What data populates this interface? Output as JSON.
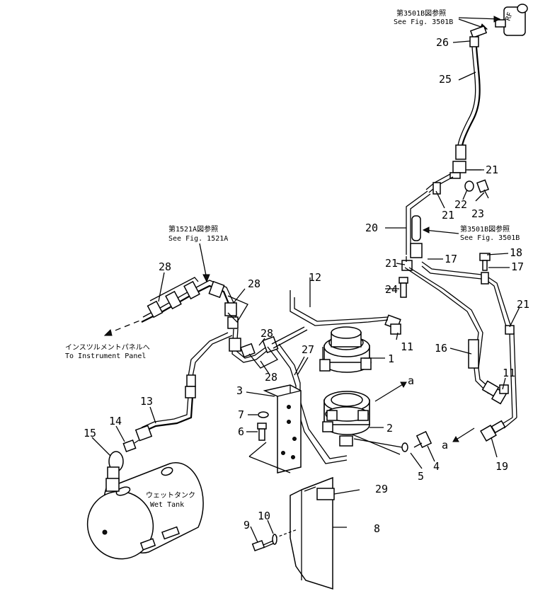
{
  "part_numbers": [
    "1",
    "2",
    "3",
    "4",
    "5",
    "6",
    "7",
    "8",
    "9",
    "10",
    "11",
    "12",
    "13",
    "14",
    "15",
    "16",
    "17",
    "18",
    "19",
    "20",
    "21",
    "22",
    "23",
    "24",
    "25",
    "26",
    "27",
    "28",
    "29"
  ],
  "callout_letter": "a",
  "references": {
    "fig3501b_top_jp": "第3501B図参照",
    "fig3501b_top_en": "See Fig. 3501B",
    "fig3501b_mid_jp": "第3501B図参照",
    "fig3501b_mid_en": "See Fig. 3501B",
    "fig1521a_jp": "第1521A図参照",
    "fig1521a_en": "See Fig. 1521A",
    "instrument_jp": "インスツルメントパネルへ",
    "instrument_en": "To Instrument Panel",
    "tank_jp": "ウェットタンク",
    "tank_en": "Wet Tank"
  }
}
